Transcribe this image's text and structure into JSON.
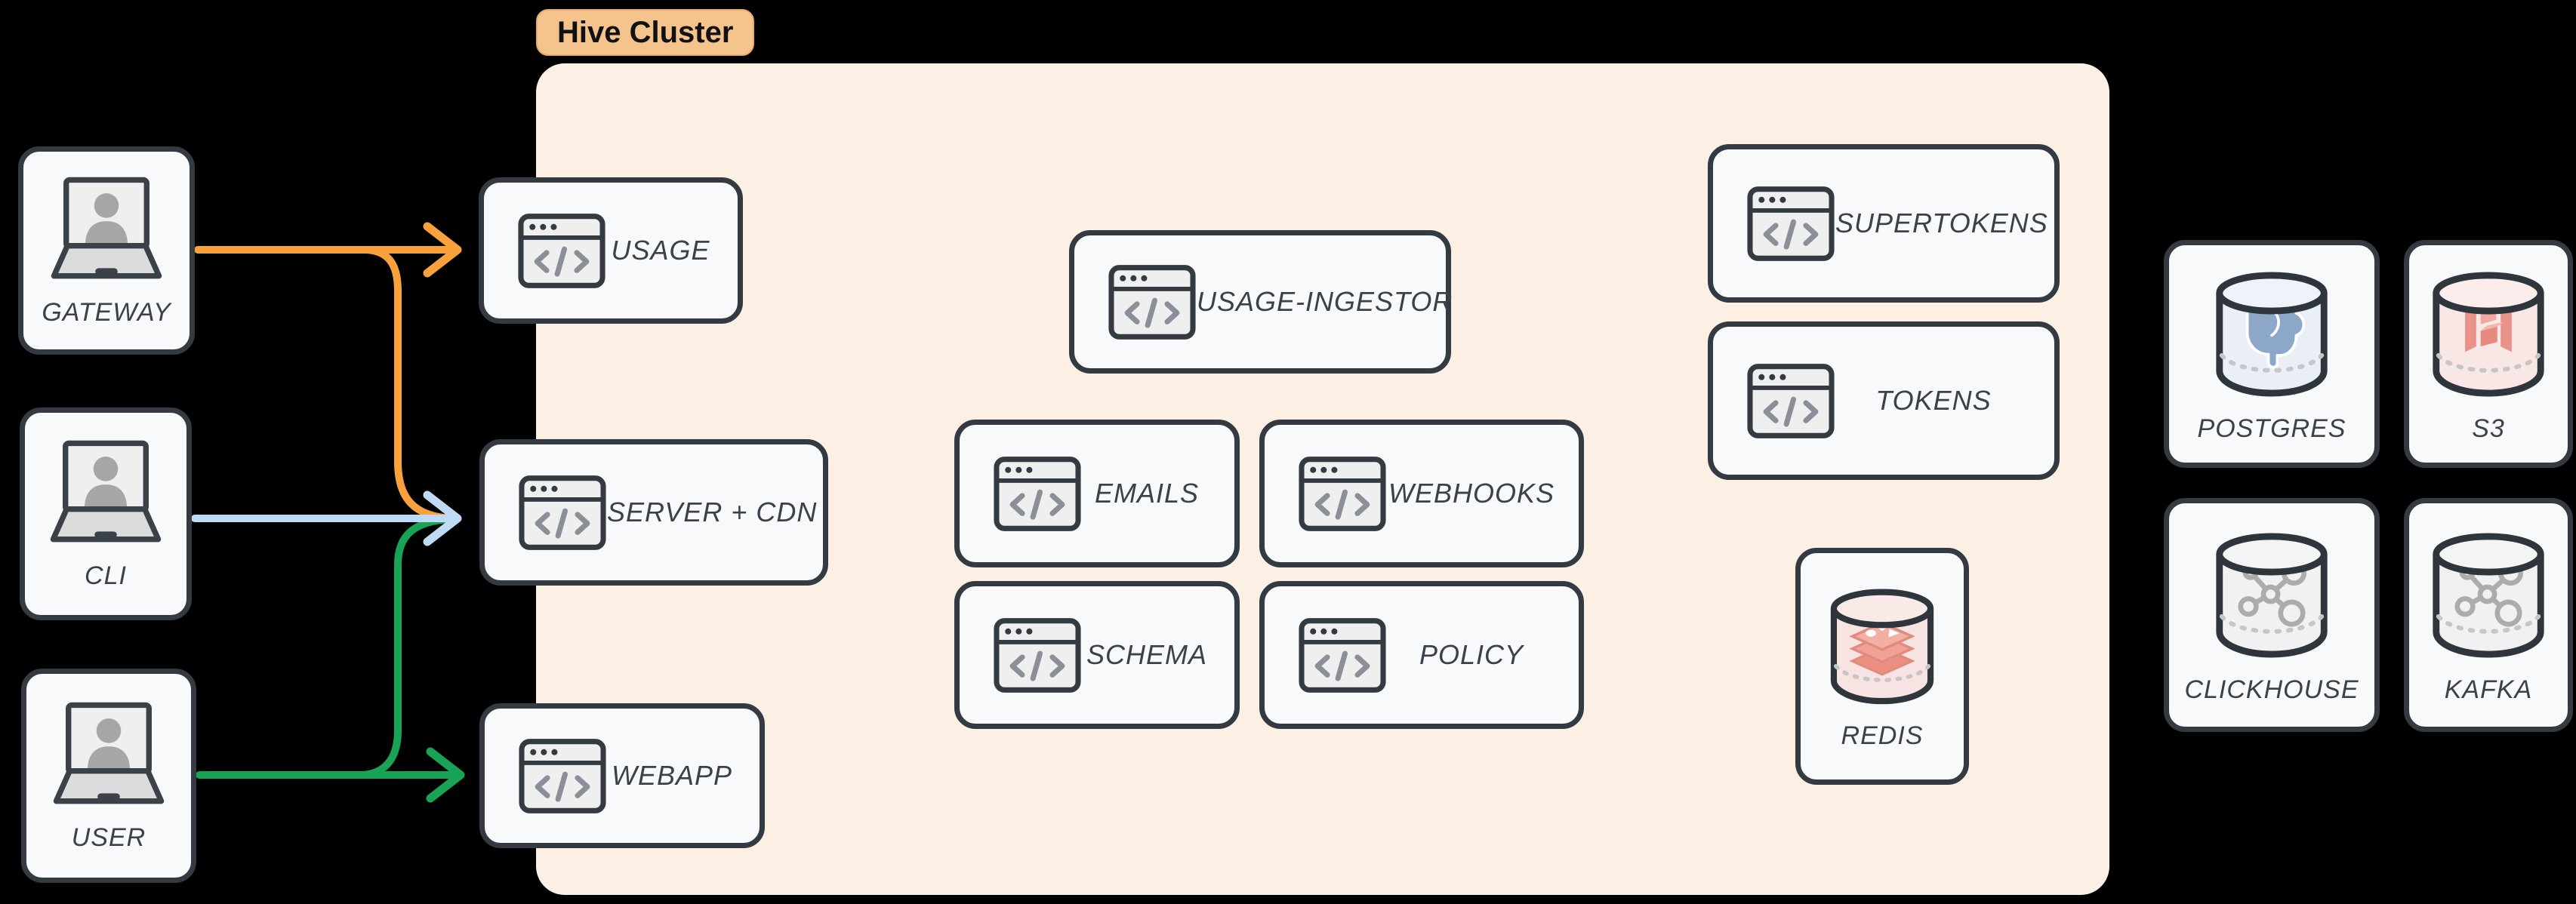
{
  "cluster": {
    "label": "Hive Cluster"
  },
  "nodes": {
    "gateway": {
      "label": "GATEWAY",
      "icon": "laptop-user-icon"
    },
    "cli": {
      "label": "CLI",
      "icon": "laptop-user-icon"
    },
    "user": {
      "label": "USER",
      "icon": "laptop-user-icon"
    },
    "usage": {
      "label": "USAGE",
      "icon": "code-window-icon"
    },
    "server_cdn": {
      "label": "SERVER + CDN",
      "icon": "code-window-icon"
    },
    "webapp": {
      "label": "WEBAPP",
      "icon": "code-window-icon"
    },
    "usage_ingestor": {
      "label": "USAGE-INGESTOR",
      "icon": "code-window-icon"
    },
    "emails": {
      "label": "EMAILS",
      "icon": "code-window-icon"
    },
    "webhooks": {
      "label": "WEBHOOKS",
      "icon": "code-window-icon"
    },
    "schema": {
      "label": "SCHEMA",
      "icon": "code-window-icon"
    },
    "policy": {
      "label": "POLICY",
      "icon": "code-window-icon"
    },
    "supertokens": {
      "label": "SUPERTOKENS",
      "icon": "code-window-icon"
    },
    "tokens": {
      "label": "TOKENS",
      "icon": "code-window-icon"
    },
    "redis": {
      "label": "REDIS",
      "icon": "redis-cylinder-icon"
    },
    "postgres": {
      "label": "POSTGRES",
      "icon": "postgres-cylinder-icon"
    },
    "s3": {
      "label": "S3",
      "icon": "s3-cylinder-icon"
    },
    "clickhouse": {
      "label": "CLICKHOUSE",
      "icon": "network-cylinder-icon"
    },
    "kafka": {
      "label": "KAFKA",
      "icon": "network-cylinder-icon"
    }
  },
  "edges": [
    {
      "from": "GATEWAY",
      "to": "USAGE",
      "color": "#F9A13B"
    },
    {
      "from": "GATEWAY",
      "to": "SERVER + CDN",
      "color": "#F9A13B"
    },
    {
      "from": "CLI",
      "to": "SERVER + CDN",
      "color": "#BEDAF4"
    },
    {
      "from": "USER",
      "to": "SERVER + CDN",
      "color": "#19A356"
    },
    {
      "from": "USER",
      "to": "WEBAPP",
      "color": "#19A356"
    }
  ],
  "colors": {
    "background": "#000000",
    "node_fill": "#F7F9FA",
    "node_border": "#343A42",
    "label_text": "#3A4149",
    "cluster_fill": "#FCF0E5",
    "cluster_label_bg": "#F5C48D",
    "cluster_label_text": "#111111",
    "arrow_orange": "#F9A13B",
    "arrow_blue": "#BEDAF4",
    "arrow_green": "#19A356"
  }
}
